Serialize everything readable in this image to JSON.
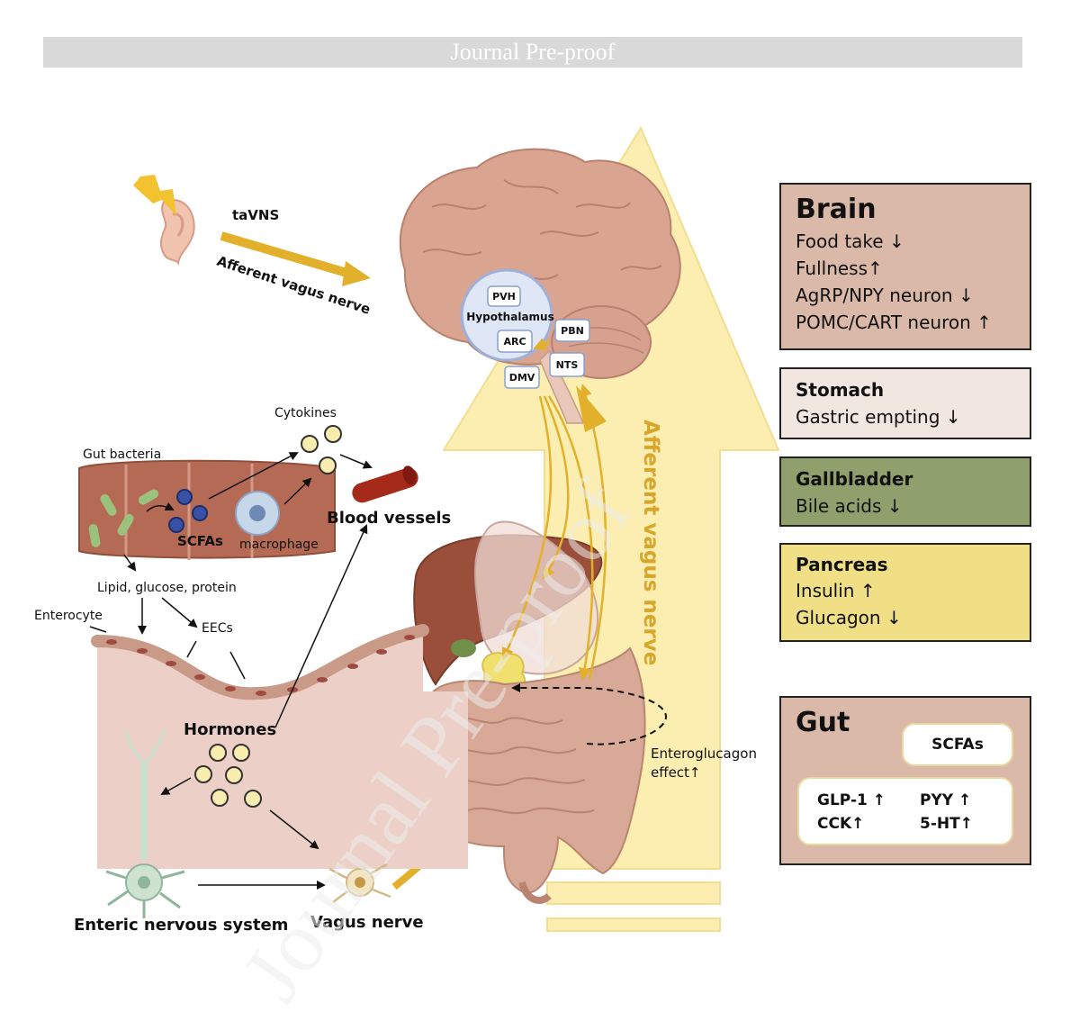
{
  "banner": "Journal Pre-proof",
  "watermark": "Journal Pre-proof",
  "labels": {
    "tavns": "taVNS",
    "afferent_ear": "Afferent vagus nerve",
    "afferent_big": "Afferent vagus nerve",
    "hypothalamus": "Hypothalamus",
    "pvh": "PVH",
    "arc": "ARC",
    "pbn": "PBN",
    "nts": "NTS",
    "dmv": "DMV",
    "cytokines": "Cytokines",
    "gut_bacteria": "Gut bacteria",
    "scfas": "SCFAs",
    "macrophage": "macrophage",
    "blood_vessels": "Blood vessels",
    "nutrients": "Lipid, glucose, protein",
    "enterocyte": "Enterocyte",
    "eecs": "EECs",
    "hormones": "Hormones",
    "enteroglucagon": "Enteroglucagon",
    "enteroglucagon2": "effect↑",
    "enteric": "Enteric nervous system",
    "vagus": "Vagus nerve"
  },
  "panels": {
    "brain": {
      "title": "Brain",
      "lines": [
        "Food take ↓",
        "Fullness↑",
        "AgRP/NPY neuron ↓",
        "POMC/CART neuron ↑"
      ],
      "bg": "#dbb9a9"
    },
    "stomach": {
      "title": "Stomach",
      "lines": [
        "Gastric empting ↓"
      ],
      "bg": "#f2e6e1"
    },
    "gallbladder": {
      "title": "Gallbladder",
      "lines": [
        "Bile acids ↓"
      ],
      "bg": "#8fa06c"
    },
    "pancreas": {
      "title": "Pancreas",
      "lines": [
        "Insulin ↑",
        "Glucagon ↓"
      ],
      "bg": "#f0df85"
    },
    "gut": {
      "title": "Gut",
      "scfas": "SCFAs",
      "glp1": "GLP-1 ↑",
      "pyy": "PYY ↑",
      "cck": "CCK↑",
      "ht5": "5-HT↑",
      "bg": "#dbb9a9"
    }
  },
  "colors": {
    "arrow_yellow": "#f5e19a",
    "afferent_gold": "#e8b833",
    "lightning": "#f2c230"
  }
}
